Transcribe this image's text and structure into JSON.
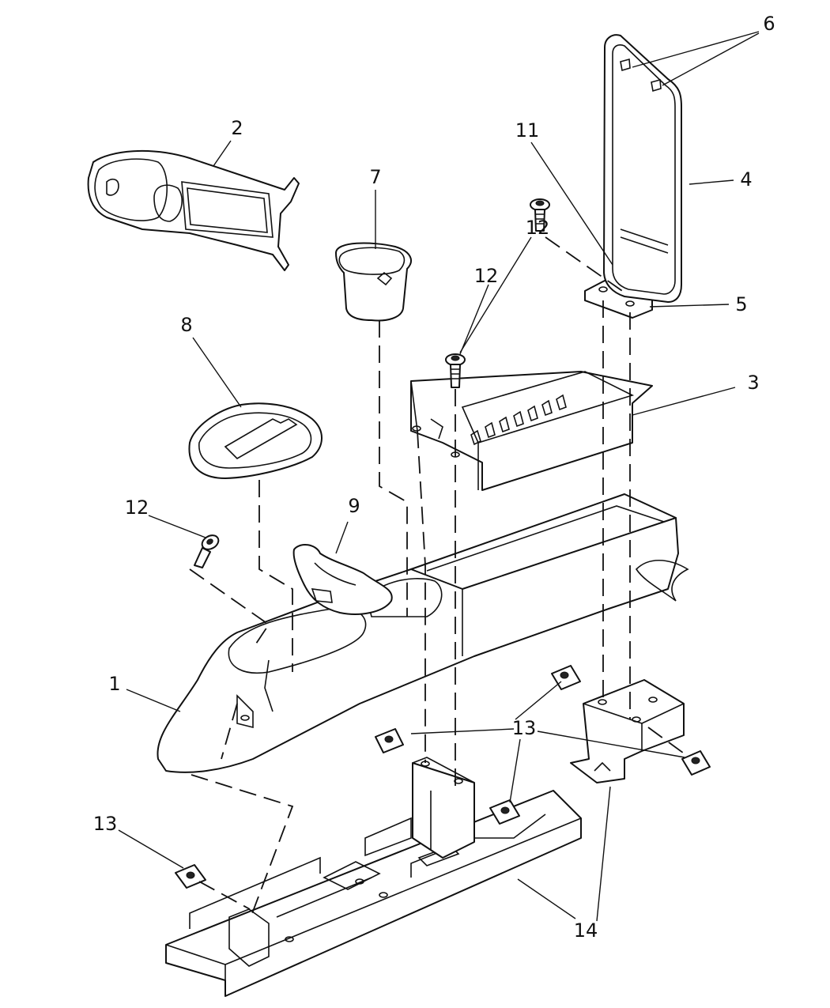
{
  "callouts": [
    {
      "label": "1",
      "part": "console-body"
    },
    {
      "label": "2",
      "part": "cup-holder-bezel"
    },
    {
      "label": "3",
      "part": "storage-bin"
    },
    {
      "label": "4",
      "part": "armrest-lid"
    },
    {
      "label": "5",
      "part": "lid-hinge"
    },
    {
      "label": "6",
      "part": "lid-bumpers"
    },
    {
      "label": "7",
      "part": "cup-holder-insert"
    },
    {
      "label": "8",
      "part": "shifter-bezel"
    },
    {
      "label": "9",
      "part": "shifter-boot"
    },
    {
      "label": "11",
      "part": "lid-hinge-link"
    },
    {
      "label": "12",
      "part": "screw"
    },
    {
      "label": "12",
      "part": "screw"
    },
    {
      "label": "12",
      "part": "screw"
    },
    {
      "label": "13",
      "part": "u-nut"
    },
    {
      "label": "13",
      "part": "u-nut"
    },
    {
      "label": "14",
      "part": "console-bracket"
    }
  ]
}
